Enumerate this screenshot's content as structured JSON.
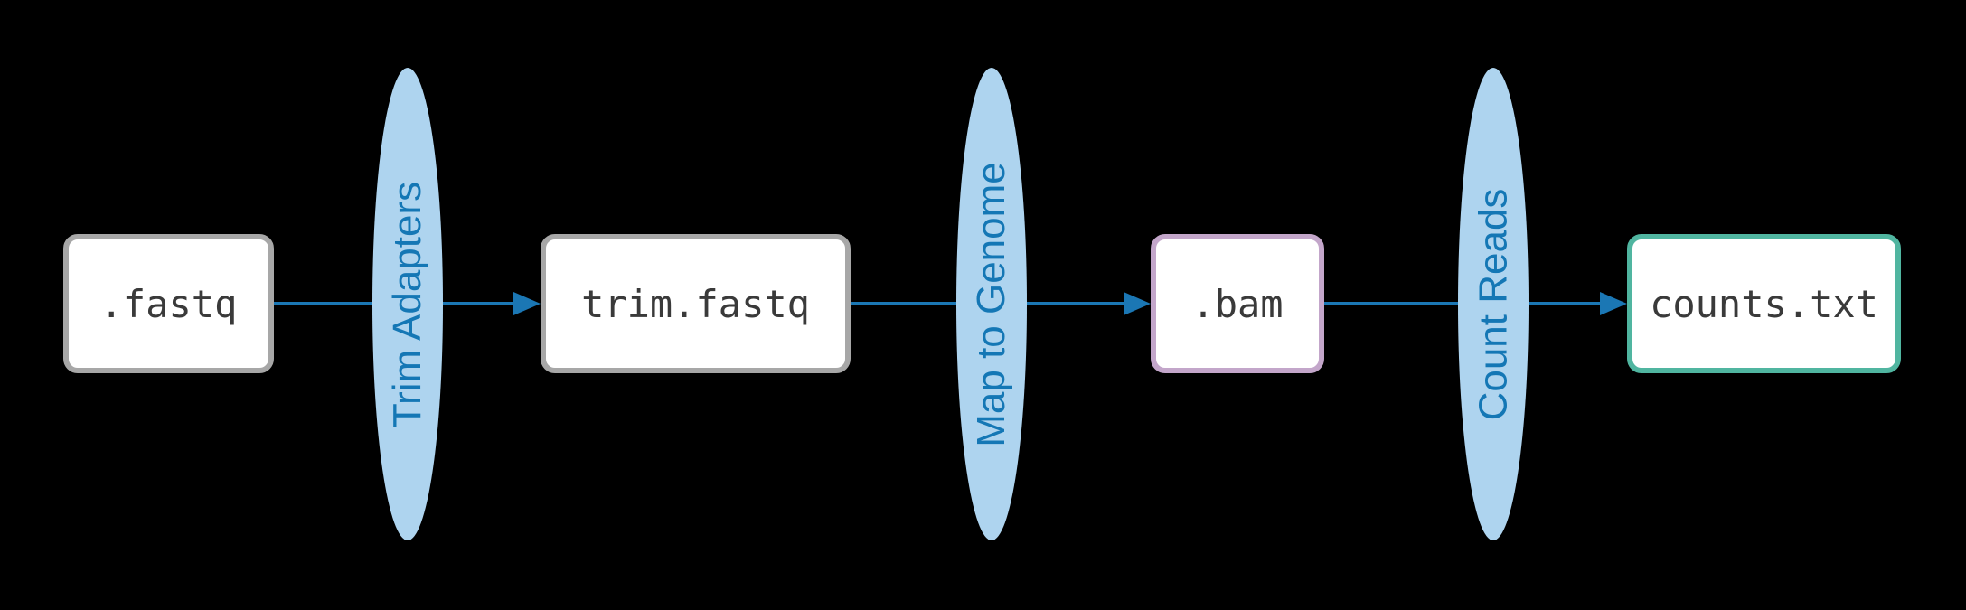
{
  "diagram": {
    "type": "pipeline-flowchart",
    "colors": {
      "background": "#000000",
      "node_fill": "#ffffff",
      "node_text": "#3a3a3a",
      "node_border_gray": "#a7a7a7",
      "node_border_purple": "#c3a6ca",
      "node_border_teal": "#50b5a0",
      "step_fill": "#aed4ef",
      "step_text": "#1477b5",
      "arrow": "#1b77b4"
    },
    "nodes": [
      {
        "id": "fastq",
        "label": ".fastq",
        "border_color": "#a7a7a7"
      },
      {
        "id": "trim-fastq",
        "label": "trim.fastq",
        "border_color": "#a7a7a7"
      },
      {
        "id": "bam",
        "label": ".bam",
        "border_color": "#c3a6ca"
      },
      {
        "id": "counts-txt",
        "label": "counts.txt",
        "border_color": "#50b5a0"
      }
    ],
    "steps": [
      {
        "id": "trim-adapters",
        "label": "Trim Adapters"
      },
      {
        "id": "map-to-genome",
        "label": "Map to Genome"
      },
      {
        "id": "count-reads",
        "label": "Count Reads"
      }
    ],
    "edges": [
      {
        "from": "fastq",
        "to": "trim-fastq",
        "via": "trim-adapters"
      },
      {
        "from": "trim-fastq",
        "to": "bam",
        "via": "map-to-genome"
      },
      {
        "from": "bam",
        "to": "counts-txt",
        "via": "count-reads"
      }
    ]
  }
}
